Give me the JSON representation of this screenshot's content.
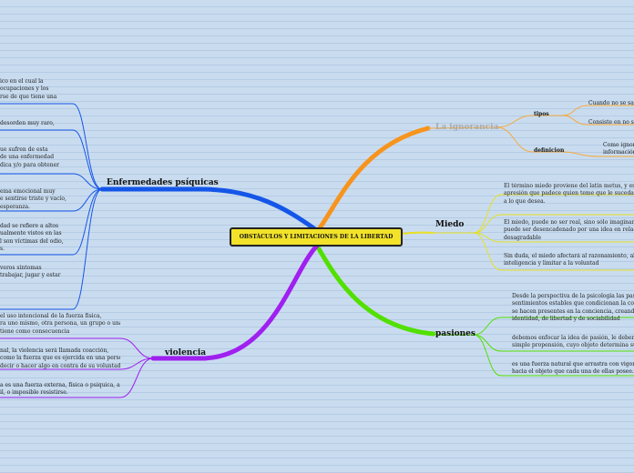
{
  "central": "OBSTÁCULOS Y LIMITACIONES DE LA LIBERTAD",
  "ignorancia": {
    "title": "La ignorancia",
    "tipos_label": "tipos",
    "definicion_label": "definicion",
    "tipos_items": [
      "Cuando no se sab",
      "Consiste en no sa"
    ],
    "definicion_item": [
      "Como ignor",
      "información"
    ]
  },
  "miedo": {
    "title": "Miedo",
    "items": [
      [
        "El término miedo proviene del latín metus, y es el",
        "apresión que padece quien teme que le suceda alg",
        "a lo que desea."
      ],
      [
        "El miedo, puede no ser real, sino sólo imaginario. E",
        "puede ser desencadenado por una idea en relación",
        "desagradable"
      ],
      [
        "Sin duda, el miedo afectará al razonamiento, al turb",
        "inteligencia y limitar a la voluntad"
      ]
    ]
  },
  "pasiones": {
    "title": "pasiones",
    "items": [
      [
        "Desde la perspectiva de la psicología las pasione",
        "sentimientos estables que condicionan la condu",
        "se hacen presentes en la conciencia, creando pro",
        "identidad, de libertad y de sociabilidad"
      ],
      [
        "debemos enfocar la idea de pasión, le debemos",
        "simple propensión, cuyo objeto determina su na"
      ],
      [
        "es una fuerza natural que arrastra con vigor y c",
        "hacia el objeto que cada una de ellas posee."
      ]
    ]
  },
  "enfermedades": {
    "title": "Enfermedades psíquicas",
    "items": [
      [
        "ico en el cual la",
        "ocupaciones y los",
        "rse de que tiene una"
      ],
      [
        "desorden muy raro,"
      ],
      [
        "ue sufren de esta",
        "de una enfermedad",
        "dica y/o para obtener"
      ],
      [
        "ema emocional muy",
        "e sentirse triste y vacío,",
        "esperanza."
      ],
      [
        "dad se refiere a altos",
        "ualmente vistos en las",
        "l son víctimas del odio,",
        "s."
      ],
      [
        "veros síntomas",
        "trabajar, jugar y estar"
      ]
    ]
  },
  "violencia": {
    "title": "violencia",
    "items": [
      [
        "el uso intencional de la fuerza física,",
        "ra uno mismo, otra persona, un grupo o una",
        "tiene como consecuencia"
      ],
      [
        "nal, la violencia será llamada coacción,",
        "como la fuerza que es ejercida en una persona",
        "decir o hacer algo en contra de su voluntad."
      ],
      [
        "a es una fuerza externa, física o psíquica, ante",
        "il, o imposible resistirse."
      ]
    ]
  }
}
